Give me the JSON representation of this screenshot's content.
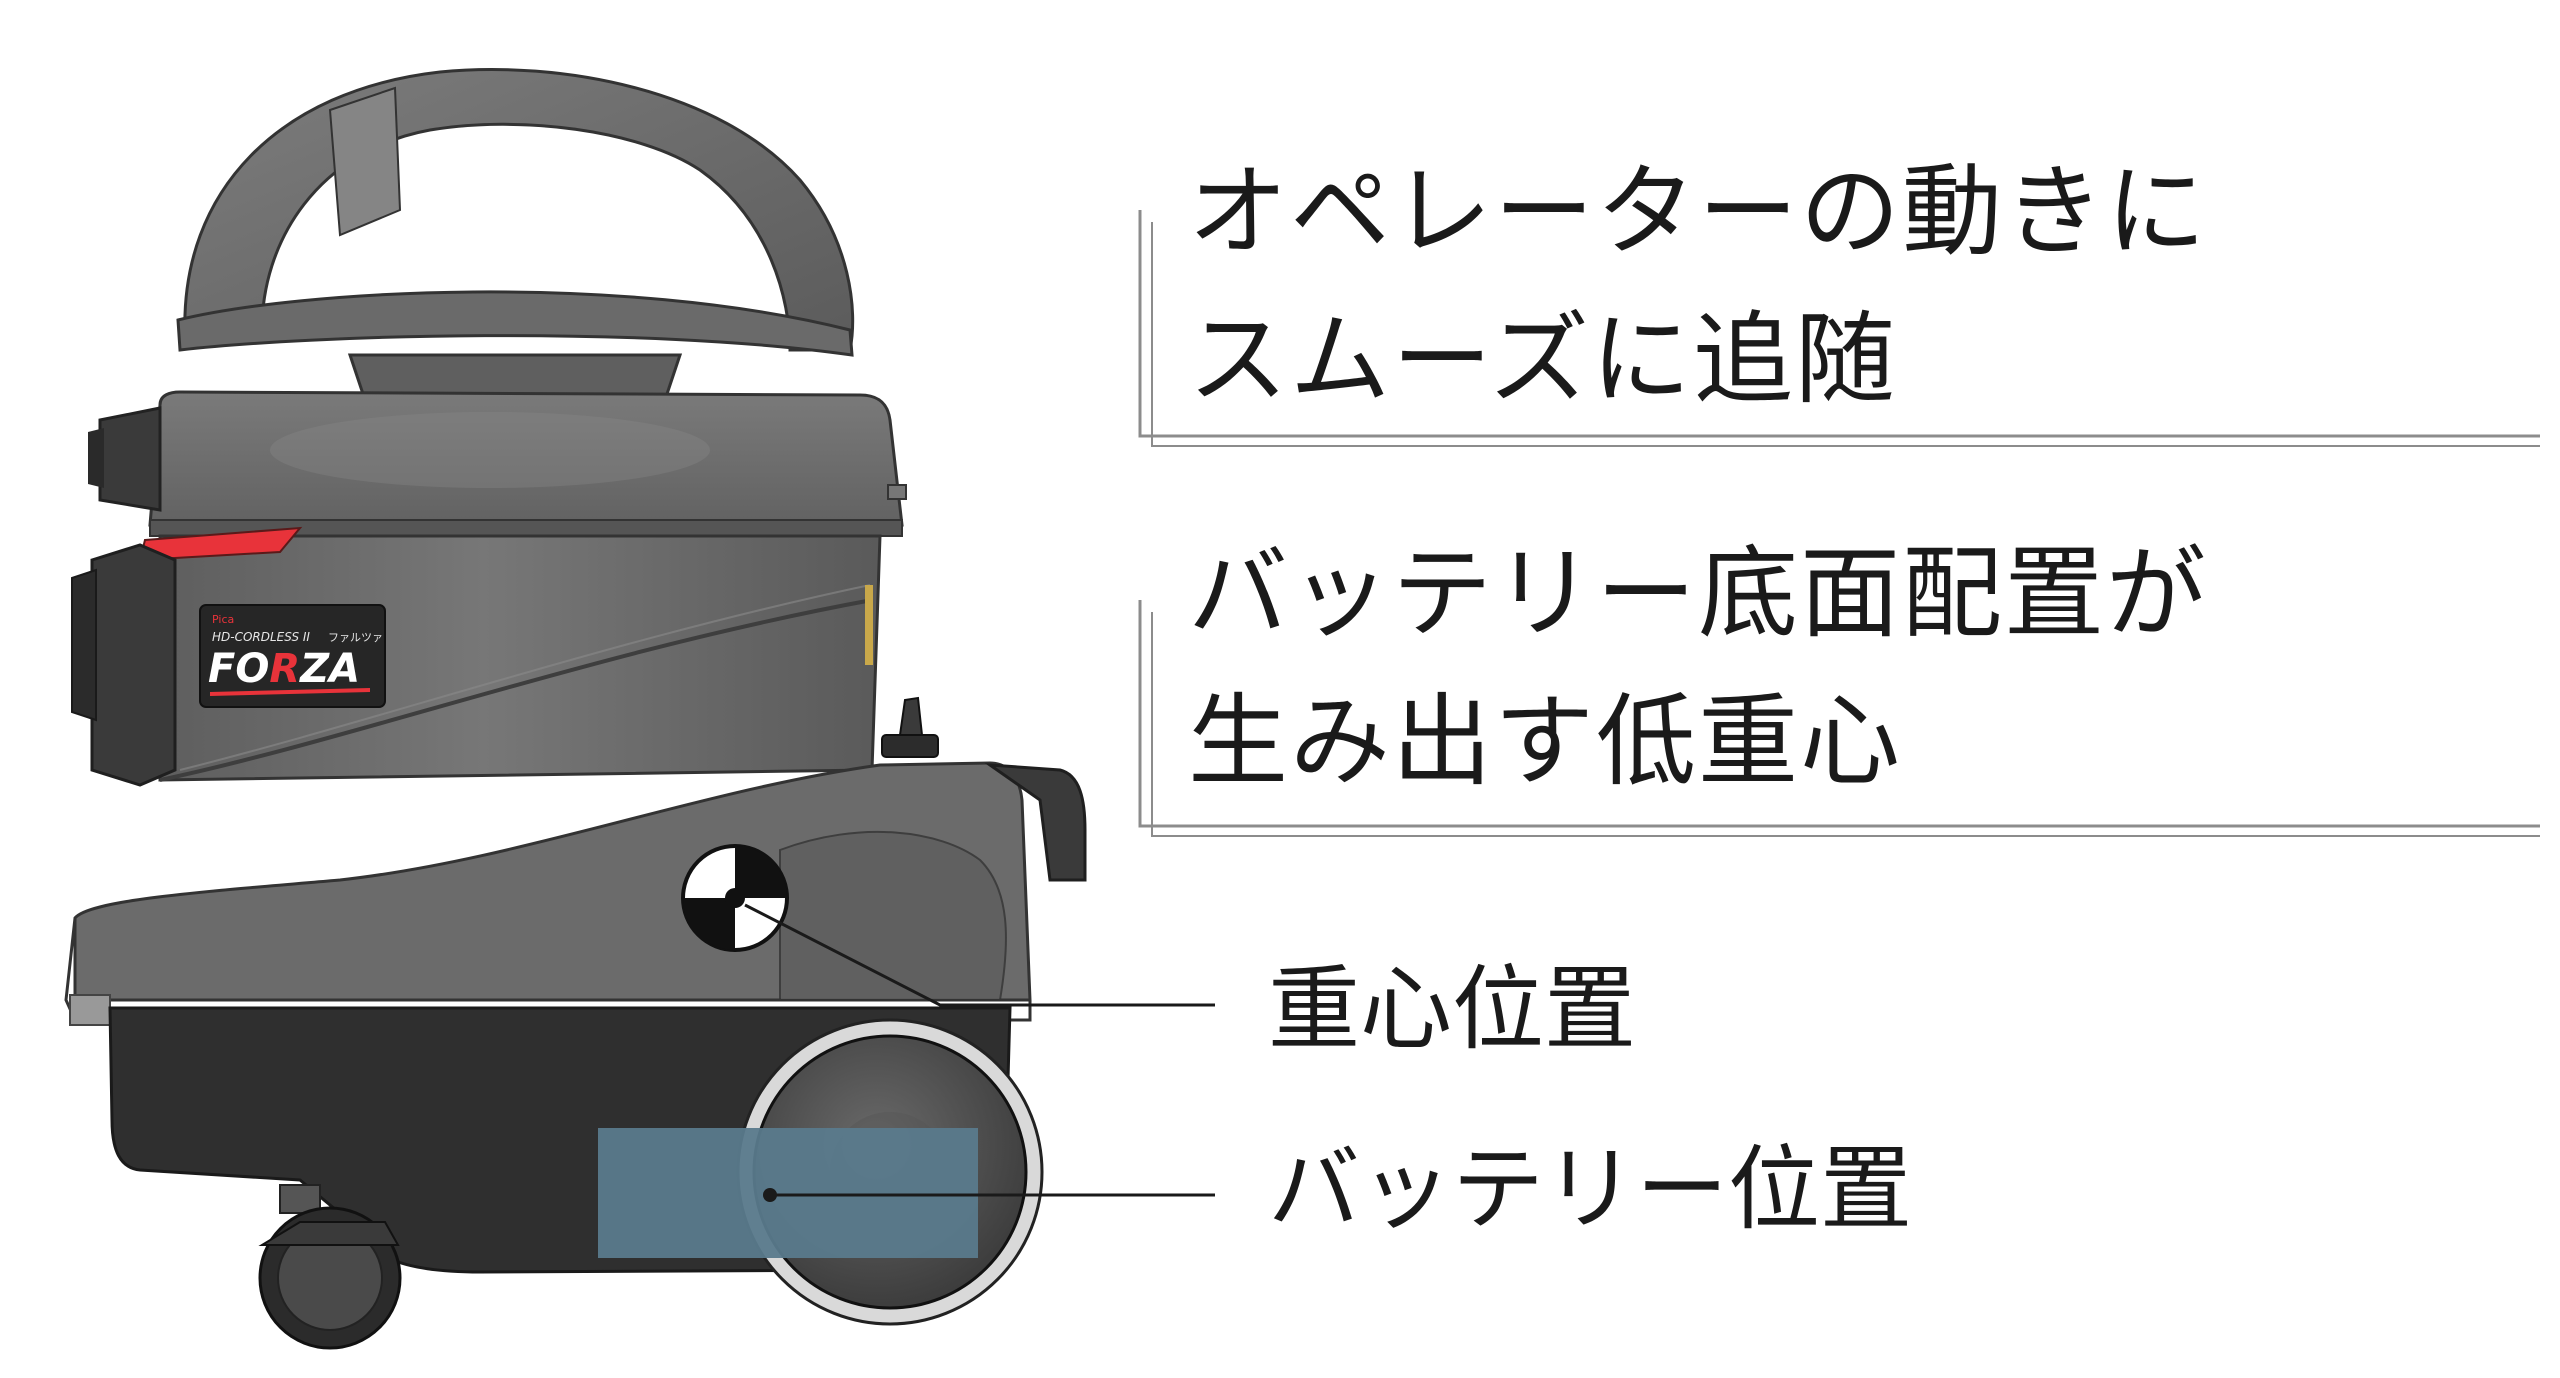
{
  "headlines": [
    {
      "lines": [
        "オペレーターの動きに",
        "スムーズに追随"
      ]
    },
    {
      "lines": [
        "バッテリー底面配置が",
        "生み出す低重心"
      ]
    }
  ],
  "callouts": {
    "center_of_gravity": "重心位置",
    "battery": "バッテリー位置"
  },
  "product_label": {
    "maker": "Pica",
    "series": "HD-CORDLESS II",
    "katakana": "ファルツァ",
    "brand_prefix": "FO",
    "brand_accent": "R",
    "brand_suffix": "ZA"
  },
  "colors": {
    "body": "#6b6b6b",
    "body_dark": "#4d4d4d",
    "bumper": "#2e2e2e",
    "accent_red": "#e8333a",
    "battery": "#5a7a8c",
    "ink": "#1a1a1a",
    "frame_line": "#888888"
  },
  "icons": {
    "center_of_gravity_marker": "cog-target-icon"
  }
}
